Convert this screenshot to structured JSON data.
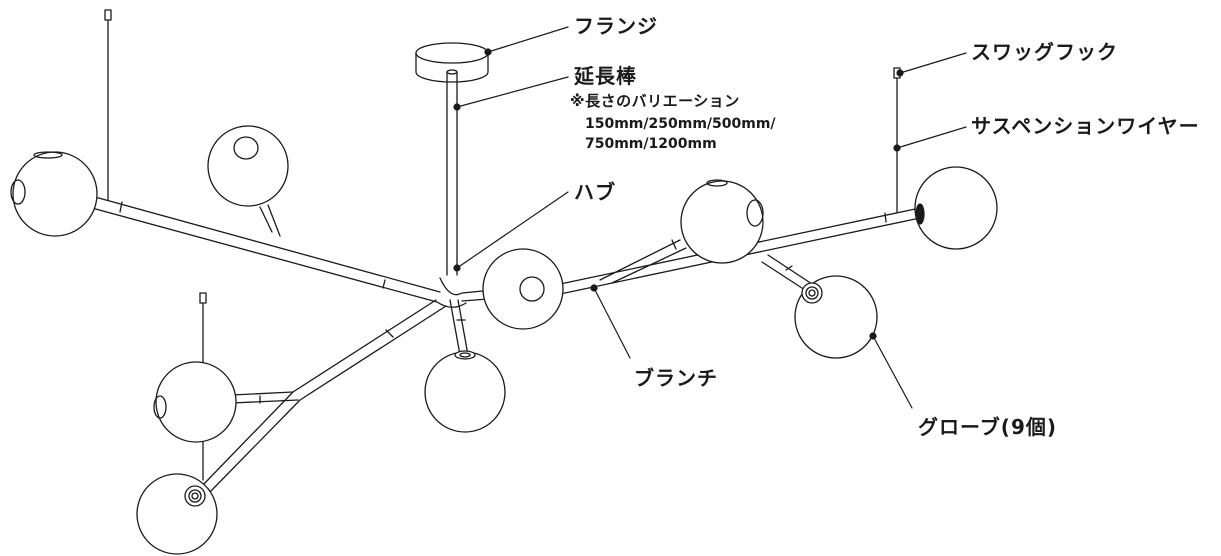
{
  "labels": {
    "flange": "フランジ",
    "extension_rod": "延長棒",
    "length_variation_title": "※長さのバリエーション",
    "length_variation_line1": "150mm/250mm/500mm/",
    "length_variation_line2": "750mm/1200mm",
    "swag_hook": "スワッグフック",
    "suspension_wire": "サスペンションワイヤー",
    "hub": "ハブ",
    "branch": "ブランチ",
    "globe": "グローブ(9個)"
  },
  "colors": {
    "line": "#1a1a1a",
    "background": "#ffffff"
  }
}
